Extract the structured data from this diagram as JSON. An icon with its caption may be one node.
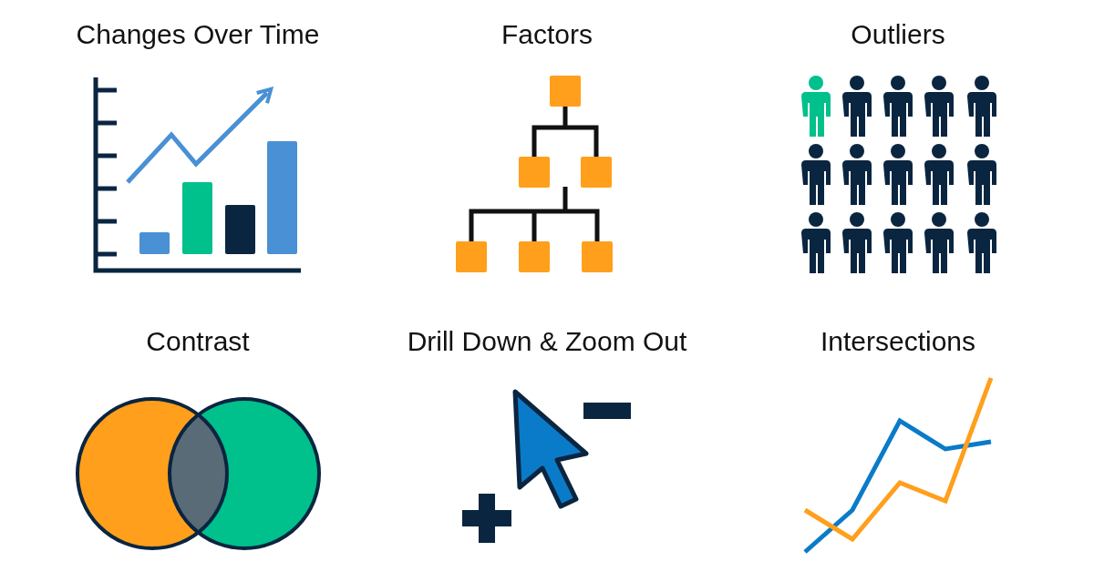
{
  "diagram": {
    "labels": [
      "Changes Over Time",
      "Factors",
      "Outliers",
      "Contrast",
      "Drill Down & Zoom Out",
      "Intersections"
    ]
  }
}
